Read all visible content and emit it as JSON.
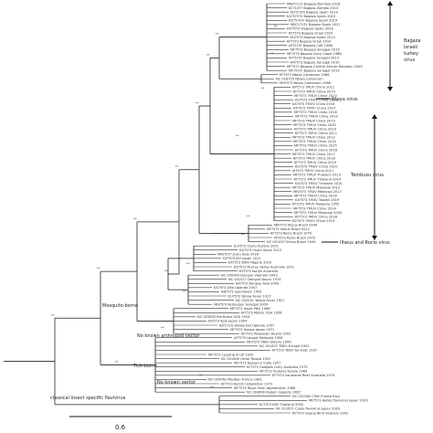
{
  "figure": {
    "scale_label": "0.6"
  },
  "clades": [
    {
      "key": "bagaza",
      "label_lines": [
        "Bagaza",
        "Israeli",
        "turkey",
        "virus"
      ]
    },
    {
      "key": "tembusu",
      "label_lines": [
        "Tembusu virus"
      ]
    },
    {
      "key": "ntaya",
      "label_lines": [
        "Ntaya virus"
      ]
    },
    {
      "key": "ilheus",
      "label_lines": [
        "Ilheus and Rocio virus"
      ]
    }
  ],
  "internal_labels": [
    {
      "key": "mosquito",
      "text": "Mosquito-borne"
    },
    {
      "key": "tick",
      "text": "Tick-borne"
    },
    {
      "key": "nkv_arthropod",
      "text": "No known arthropod vector"
    },
    {
      "key": "nkv",
      "text": "No known vector"
    },
    {
      "key": "outgroup",
      "text": "classical insect specific flavivirus"
    }
  ],
  "leaves": [
    "MW7?119 Bagaza Namibia 2016",
    "KC?10?? Bagaza Zambia 2013",
    "KJ?5?3?0 Bagaza Spain 2010",
    "KX?5?3?0 Bagaza Spain 2010",
    "KX?5?3?0 Bagaza Spain 2019",
    "MN?1?131 Bagaza Spain 2021",
    "KX?5?3? Bagaza Spain 2019",
    "KF?5?3 Bagaza Israel 2010",
    "KU?5?3 Bagaza Israel 2010",
    "KF?5?3 Bagaza Israel 2010",
    "AY?5?3? Bagaza CAR 1966",
    "MF?5?3 Bagaza Senegal 2015",
    "MF?5?3 Bagaza Ivory Coast 1986",
    "KF?5?3? Bagaza Senegal 2010",
    "KR?5?3 Bagaza Senegal 2010",
    "MF?5?3 Bagaza Central African Republic 2009",
    "MF?5?3? Bagaza Senegal 2010",
    "KF?5?3 Ntaya Cameroon 1966",
    "NC 018705 Ntaya Cameroon",
    "MH?5?3 Ntaya Cameroon 1968",
    "KP?5?3 TMUV China 2012",
    "KF?5?3 TMUV China 2015",
    "MF?5?3 TMUV China 2010",
    "KU?5?3 TMUV China 2013",
    "KX?5?3 TMUV China 2016",
    "KX?5?3 TMUV China 2017",
    "MF?5?3 TMUV China 2018",
    "MF?5?3 TMUV China 2019",
    "MF?5?3 TMUV China 2019",
    "MF?5?3 TMUV China 2020",
    "KF?5?3 TMUV China 2010",
    "KF?5?3 TMUV China 2011",
    "MF?5?3 TMUV China 2012",
    "MF?5?3 TMUV China 2014",
    "MF?5?3 TMUV China 2015",
    "KF?5?3 TMUV China 2016",
    "MF?5?3 TMUV China 2017",
    "KF?5?3 TMUV China 2018",
    "KF?5?3 TMUV China 2019",
    "KU?5?3 TMUV China 2020",
    "JX?5?3 TMUV China 2011",
    "MF?5?3 TMUV Thailand 2013",
    "KF?5?3 TMUV Thailand 2014",
    "KX?5?3 TMUV Thailand 2015",
    "MF?5?3 TMUV Malaysia 2012",
    "MH?5?3 TMUV Malaysia 2017",
    "MF?5?3 TMUV China 2018",
    "KX?5?3 TMUV Taiwan 2019",
    "KF?5?3 TMUV Malaysia 1955",
    "MF?5?3 TMUV China 2014",
    "MF?5?3 TMUV Malaysia 2000",
    "KF?5?3 TMUV China 2018",
    "KX?5?3 TMUV China 2013",
    "MK?5?3 Ilheus Brazil 1944",
    "MF?5?3 Ilheus Brazil 2012",
    "KF?5?3 Rocio Brazil 1975",
    "AY?5?3 Rocio Brazil 1975",
    "NC 001437 Ilheus Brazil 1944",
    "EU?5?3 Usutu Austria 2001",
    "KX?5?3 Usutu Spain 2012",
    "MN?5?3 Usutu Italy 2018",
    "KX?5?3 JEV Japan 2012",
    "KX?5?3 WNV Nigeria 2019",
    "KX?5?3 Murray Valley Australia 1951",
    "KY?5?3 Kunjin Australia",
    "NC 000943 Dengue Vietnam 2003",
    "NC 001477 Dengue Nauru 1974",
    "KX?5?3 Dengue Asia 2003",
    "KX?5?3 Zika Uganda 1947",
    "AB?5?3 Spondweni 1955",
    "EU?5?3 Yellow Fever 1927",
    "NC 002031 Yellow Fever 1927",
    "MH?5?3 Kedougou Senegal 2009",
    "MF?5?3 Sepik PNG 1966",
    "KF?5?3 Modoc USA 1958",
    "NC 003635 Rio Bravo USA 1954",
    "AJ?5?3 Apoi Japan 1954",
    "AJ?5?3 Entebbe bat Uganda 1957",
    "MF?5?3 Yokose Japan 1971",
    "KF?5?3 Powassan Russia 2002",
    "AF?5?3 Langat Malaysia 1956",
    "MH?5?3 TBEV Siberia 1999",
    "NC 001672 TBEV Europe 1951",
    "KF?5?3 TBEV Far East 1937",
    "MF?5?3 Louping ill UK 1935",
    "NC 001809 Omsk Russia 1947",
    "MF?5?3 Kyasanur India 1957",
    "KF?5?3 Gadgets Gully Australia 1975",
    "MF?5?3 Tyuleniy Russia 1969",
    "KF?5?3 Saumarez Reef Australia 1974",
    "NC 005062 Meaban France 1981",
    "KF?5?3 Karshi Uzbekistan 1972",
    "MF?5?3 Royal Farm Afghanistan 1968",
    "NC 003690 Kadam Uganda 1967",
    "NC 001564 CFAV Puerto Rico",
    "MF?5?3 Aedes flavivirus Japan 2003",
    "KC?5?3 KRV Thailand 2002",
    "NC 012671 Culex flavivirus Japan 2003",
    "KF?5?3 Quang Binh Vietnam 2002"
  ]
}
